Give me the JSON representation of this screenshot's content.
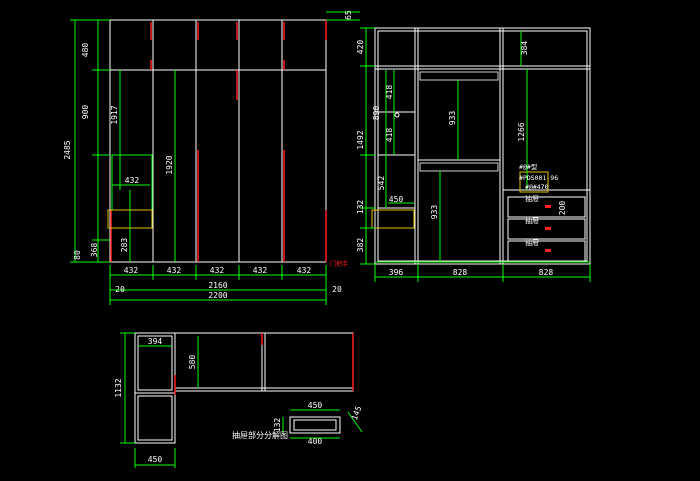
{
  "colors": {
    "background": "#000000",
    "outline": "#ffffff",
    "dimension": "#00ff00",
    "door_edge": "#ff2020",
    "accent": "#e0c000",
    "hanger": "#d0d0d0"
  },
  "front_view": {
    "heights_left": [
      "480",
      "900",
      "1917",
      "2485",
      "368",
      "80"
    ],
    "inner_labels": [
      "432",
      "1920",
      "283"
    ],
    "widths_bottom": [
      "432",
      "432",
      "432",
      "432",
      "432"
    ],
    "total_inner": "2160",
    "total_outer": "2200",
    "side_gap_left": "20",
    "side_gap_right": "20",
    "top_right": "65",
    "note_tag": "门把手"
  },
  "interior_view": {
    "heights_left": [
      "420",
      "890",
      "1492",
      "542",
      "132",
      "382"
    ],
    "inner_left": [
      "418",
      "418",
      "450"
    ],
    "middle_labels": [
      "933",
      "933"
    ],
    "right_labels": [
      "384",
      "1266",
      "200"
    ],
    "widths_bottom": [
      "396",
      "828",
      "828"
    ],
    "annotation_lines": [
      "#@#型",
      "#PDS001-96",
      "#@#470"
    ],
    "drawer_labels": [
      "抽屉",
      "抽屉",
      "抽屉"
    ]
  },
  "plan_view": {
    "labels": [
      "394",
      "580",
      "1132",
      "450"
    ],
    "drawer_detail": [
      "450",
      "132",
      "145",
      "400"
    ],
    "caption": "抽屉部分分解图"
  }
}
